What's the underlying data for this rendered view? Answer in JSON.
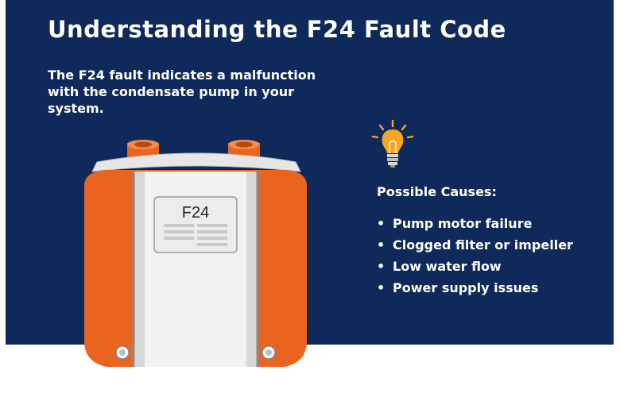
{
  "title": "Understanding the F24 Fault Code",
  "intro": "The F24 fault indicates a malfunction with the condensate pump in your system.",
  "device": {
    "display_code": "F24",
    "icon": "condensate-pump-illustration"
  },
  "causes": {
    "icon": "lightbulb-icon",
    "heading": "Possible Causes:",
    "bullet": "•",
    "items": [
      "Pump motor failure",
      "Clogged filter or impeller",
      "Low water flow",
      "Power supply issues"
    ]
  },
  "colors": {
    "background": "#0f2a5a",
    "accent_orange": "#ee6a2a",
    "bulb_yellow": "#f5a623",
    "text": "#ffffff"
  }
}
